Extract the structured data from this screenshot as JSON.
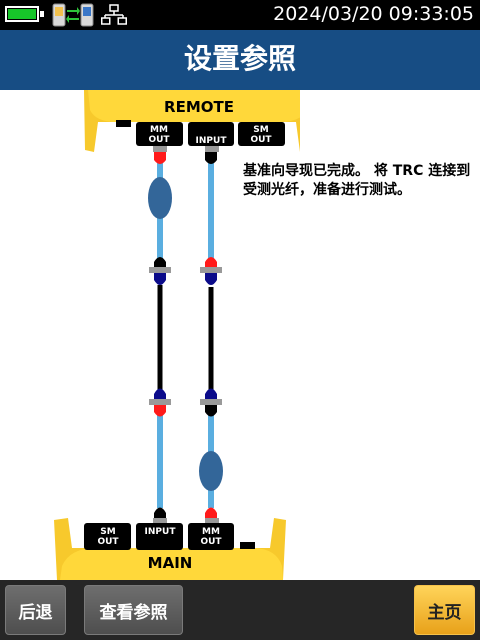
{
  "status": {
    "datetime": "2024/03/20  09:33:05",
    "battery_color": "#17c52a",
    "icons": [
      "battery-icon",
      "remote-main-link-icon",
      "network-icon"
    ]
  },
  "title": "设置参照",
  "diagram": {
    "remote": {
      "label": "REMOTE",
      "ports": [
        "MM\nOUT",
        "INPUT",
        "SM\nOUT"
      ]
    },
    "main": {
      "label": "MAIN",
      "ports": [
        "SM\nOUT",
        "INPUT",
        "MM\nOUT"
      ]
    },
    "colors": {
      "module_yellow": "#f7c92c",
      "fiber_blue": "#5aaee0",
      "fiber_black": "#000000",
      "mandrel": "#336699",
      "connector_red": "#ff1a1a",
      "connector_navy": "#0b0b8a"
    }
  },
  "message": "基准向导现已完成。 将 TRC 连接到受测光纤，准备进行测试。",
  "buttons": {
    "back": "后退",
    "view_reference": "查看参照",
    "home": "主页"
  }
}
